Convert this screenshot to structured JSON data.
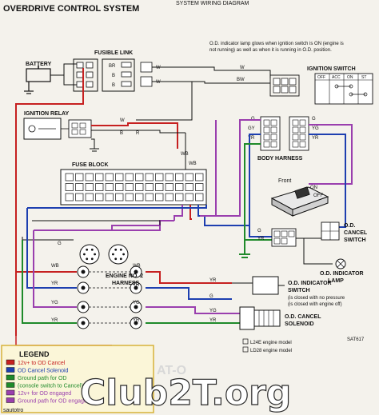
{
  "header": {
    "title": "OVERDRIVE CONTROL SYSTEM",
    "top_right": "SYSTEM WIRING DIAGRAM"
  },
  "components": {
    "battery": "BATTERY",
    "fusible_link": "FUSIBLE LINK",
    "ignition_relay": "IGNITION RELAY",
    "fuse_block": "FUSE BLOCK",
    "ignition_switch": "IGNITION SWITCH",
    "body_harness": "BODY HARNESS",
    "engine_harness": "ENGINE NO. 2\nHARNESS",
    "od_cancel_switch": "O.D.\nCANCEL\nSWITCH",
    "od_indicator_lamp": "O.D. INDICATOR\nLAMP",
    "od_indicator_switch": "O.D. INDICATOR\nSWITCH",
    "od_cancel_solenoid": "O.D. CANCEL\nSOLENOID",
    "front": "Front"
  },
  "notes": {
    "indicator_note": "O.D. indicator lamp glows when ignition switch is ON (engine is\nnot running) as well as when it is running in O.D. position.",
    "switch_note_1": "(is closed with no pressure",
    "switch_note_2": "(is closed with engine off)",
    "engine_l24e": "L24E engine model",
    "engine_ld28": "LD28 engine model",
    "ref": "SAT617"
  },
  "wire_codes": {
    "w": "W",
    "b": "B",
    "r": "R",
    "g": "G",
    "br": "BR",
    "bw": "BW",
    "wb": "WB",
    "yr": "YR",
    "yg": "YG",
    "gy": "GY",
    "gr": "GR"
  },
  "ignition_switch_table": {
    "header": [
      "OFF",
      "ACC",
      "ON",
      "ST"
    ]
  },
  "legend": {
    "title": "LEGEND",
    "items": [
      {
        "text": "12v+ to OD Cancel",
        "color": "#c62020"
      },
      {
        "text": "OD Cancel Solenoid",
        "color": "#1d3fb0"
      },
      {
        "text": "Ground path for OD",
        "color": "#1f8a2a"
      },
      {
        "text": "(console switch to Cancel)",
        "color": "#1f8a2a"
      },
      {
        "text": "12v+ for OD engaged",
        "color": "#9a3fae"
      },
      {
        "text": "Ground path for OD engaged",
        "color": "#9a3fae"
      }
    ]
  },
  "watermark": {
    "text": "Club2T.org",
    "source": "sautotro",
    "partial": "AT-O"
  },
  "colors": {
    "red": "#c62020",
    "blue": "#1d3fb0",
    "purple": "#9a3fae",
    "green": "#1f8a2a",
    "black": "#111111",
    "paper": "#f4f2ec"
  }
}
